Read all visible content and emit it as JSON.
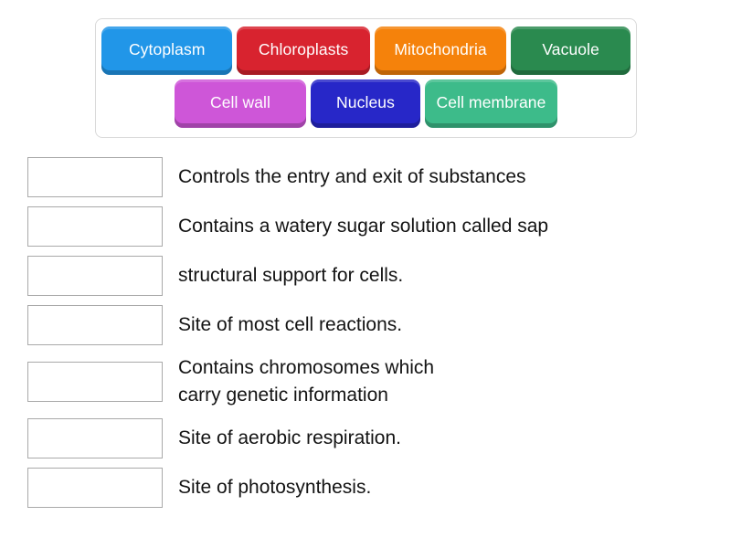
{
  "word_bank": {
    "rows": [
      [
        {
          "label": "Cytoplasm",
          "color": "#2196e8",
          "name": "tile-cytoplasm"
        },
        {
          "label": "Chloroplasts",
          "color": "#d8232f",
          "name": "tile-chloroplasts"
        },
        {
          "label": "Mitochondria",
          "color": "#f5820b",
          "name": "tile-mitochondria"
        },
        {
          "label": "Vacuole",
          "color": "#2a8a4f",
          "name": "tile-vacuole"
        }
      ],
      [
        {
          "label": "Cell wall",
          "color": "#ce56d8",
          "name": "tile-cell-wall"
        },
        {
          "label": "Nucleus",
          "color": "#2727c8",
          "name": "tile-nucleus"
        },
        {
          "label": "Cell membrane",
          "color": "#3dbb8a",
          "name": "tile-cell-membrane"
        }
      ]
    ]
  },
  "questions": [
    {
      "text": "Controls the entry and exit of substances",
      "answer": ""
    },
    {
      "text": "Contains a watery sugar solution called sap",
      "answer": ""
    },
    {
      "text": "structural support for cells.",
      "answer": ""
    },
    {
      "text": "Site of most cell reactions.",
      "answer": ""
    },
    {
      "text": "Contains chromosomes which\ncarry genetic information",
      "answer": ""
    },
    {
      "text": "Site of aerobic respiration.",
      "answer": ""
    },
    {
      "text": "Site of photosynthesis.",
      "answer": ""
    }
  ]
}
